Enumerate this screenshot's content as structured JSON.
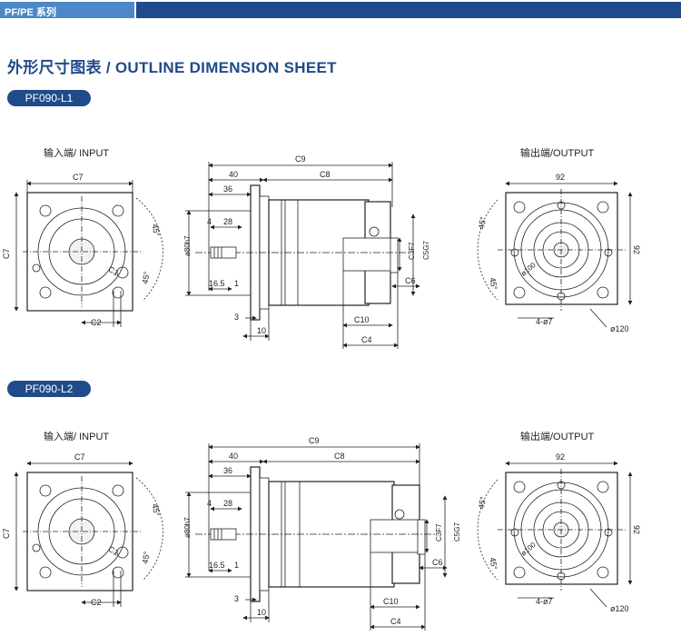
{
  "header": {
    "series_label": "PF/PE 系列"
  },
  "title": "外形尺寸图表 / OUTLINE DIMENSION SHEET",
  "models": [
    {
      "name": "PF090-L1",
      "input_label": "输入端/ INPUT",
      "output_label": "输出端/OUTPUT",
      "input": {
        "c7_top": "C7",
        "c7_side": "C7",
        "angle": "45°",
        "angle2": "45°",
        "c1": "C1",
        "c2": "C2"
      },
      "side": {
        "c9": "C9",
        "d40": "40",
        "c8": "C8",
        "d36": "36",
        "d4": "4",
        "d28": "28",
        "d80": "ø80h7",
        "d165": "16.5",
        "d1": "1",
        "d3": "3",
        "d10": "10",
        "c3": "C3F7",
        "c5": "C5G7",
        "c6": "C6",
        "c10": "C10",
        "c4": "C4"
      },
      "output": {
        "w92": "92",
        "h92": "92",
        "a45a": "45°",
        "a45b": "45°",
        "d100": "ø100",
        "d7": "4-ø7",
        "d120": "ø120"
      }
    },
    {
      "name": "PF090-L2",
      "input_label": "输入端/ INPUT",
      "output_label": "输出端/OUTPUT",
      "input": {
        "c7_top": "C7",
        "c7_side": "C7",
        "angle": "45°",
        "angle2": "45°",
        "c1": "C1",
        "c2": "C2"
      },
      "side": {
        "c9": "C9",
        "d40": "40",
        "c8": "C8",
        "d36": "36",
        "d4": "4",
        "d28": "28",
        "d80": "ø80h7",
        "d165": "16.5",
        "d1": "1",
        "d3": "3",
        "d10": "10",
        "c3": "C3F7",
        "c5": "C5G7",
        "c6": "C6",
        "c10": "C10",
        "c4": "C4"
      },
      "output": {
        "w92": "92",
        "h92": "92",
        "a45a": "45°",
        "a45b": "45°",
        "d100": "ø100",
        "d7": "4-ø7",
        "d120": "ø120"
      }
    }
  ]
}
